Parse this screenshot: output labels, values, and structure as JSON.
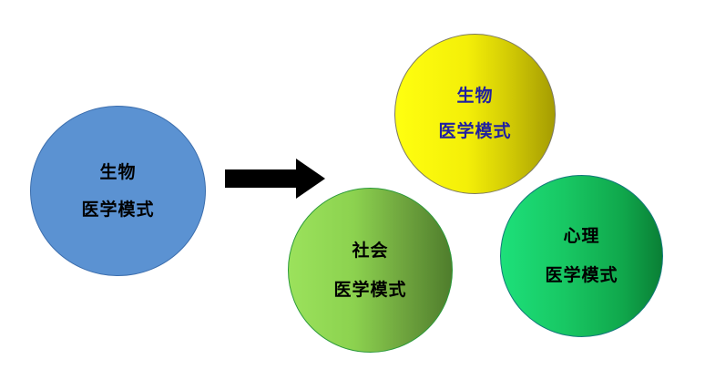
{
  "diagram": {
    "left_circle": {
      "line1": "生物",
      "line2": "医学模式"
    },
    "arrow": {
      "color": "#000000"
    },
    "right_circles": [
      {
        "line1": "生物",
        "line2": "医学模式",
        "fill": "#f4ef08",
        "text_color": "#2020a0"
      },
      {
        "line1": "社会",
        "line2": "医学模式",
        "fill": "#8cd24f",
        "text_color": "#000000"
      },
      {
        "line1": "心理",
        "line2": "医学模式",
        "fill": "#18c763",
        "text_color": "#000000"
      }
    ]
  }
}
